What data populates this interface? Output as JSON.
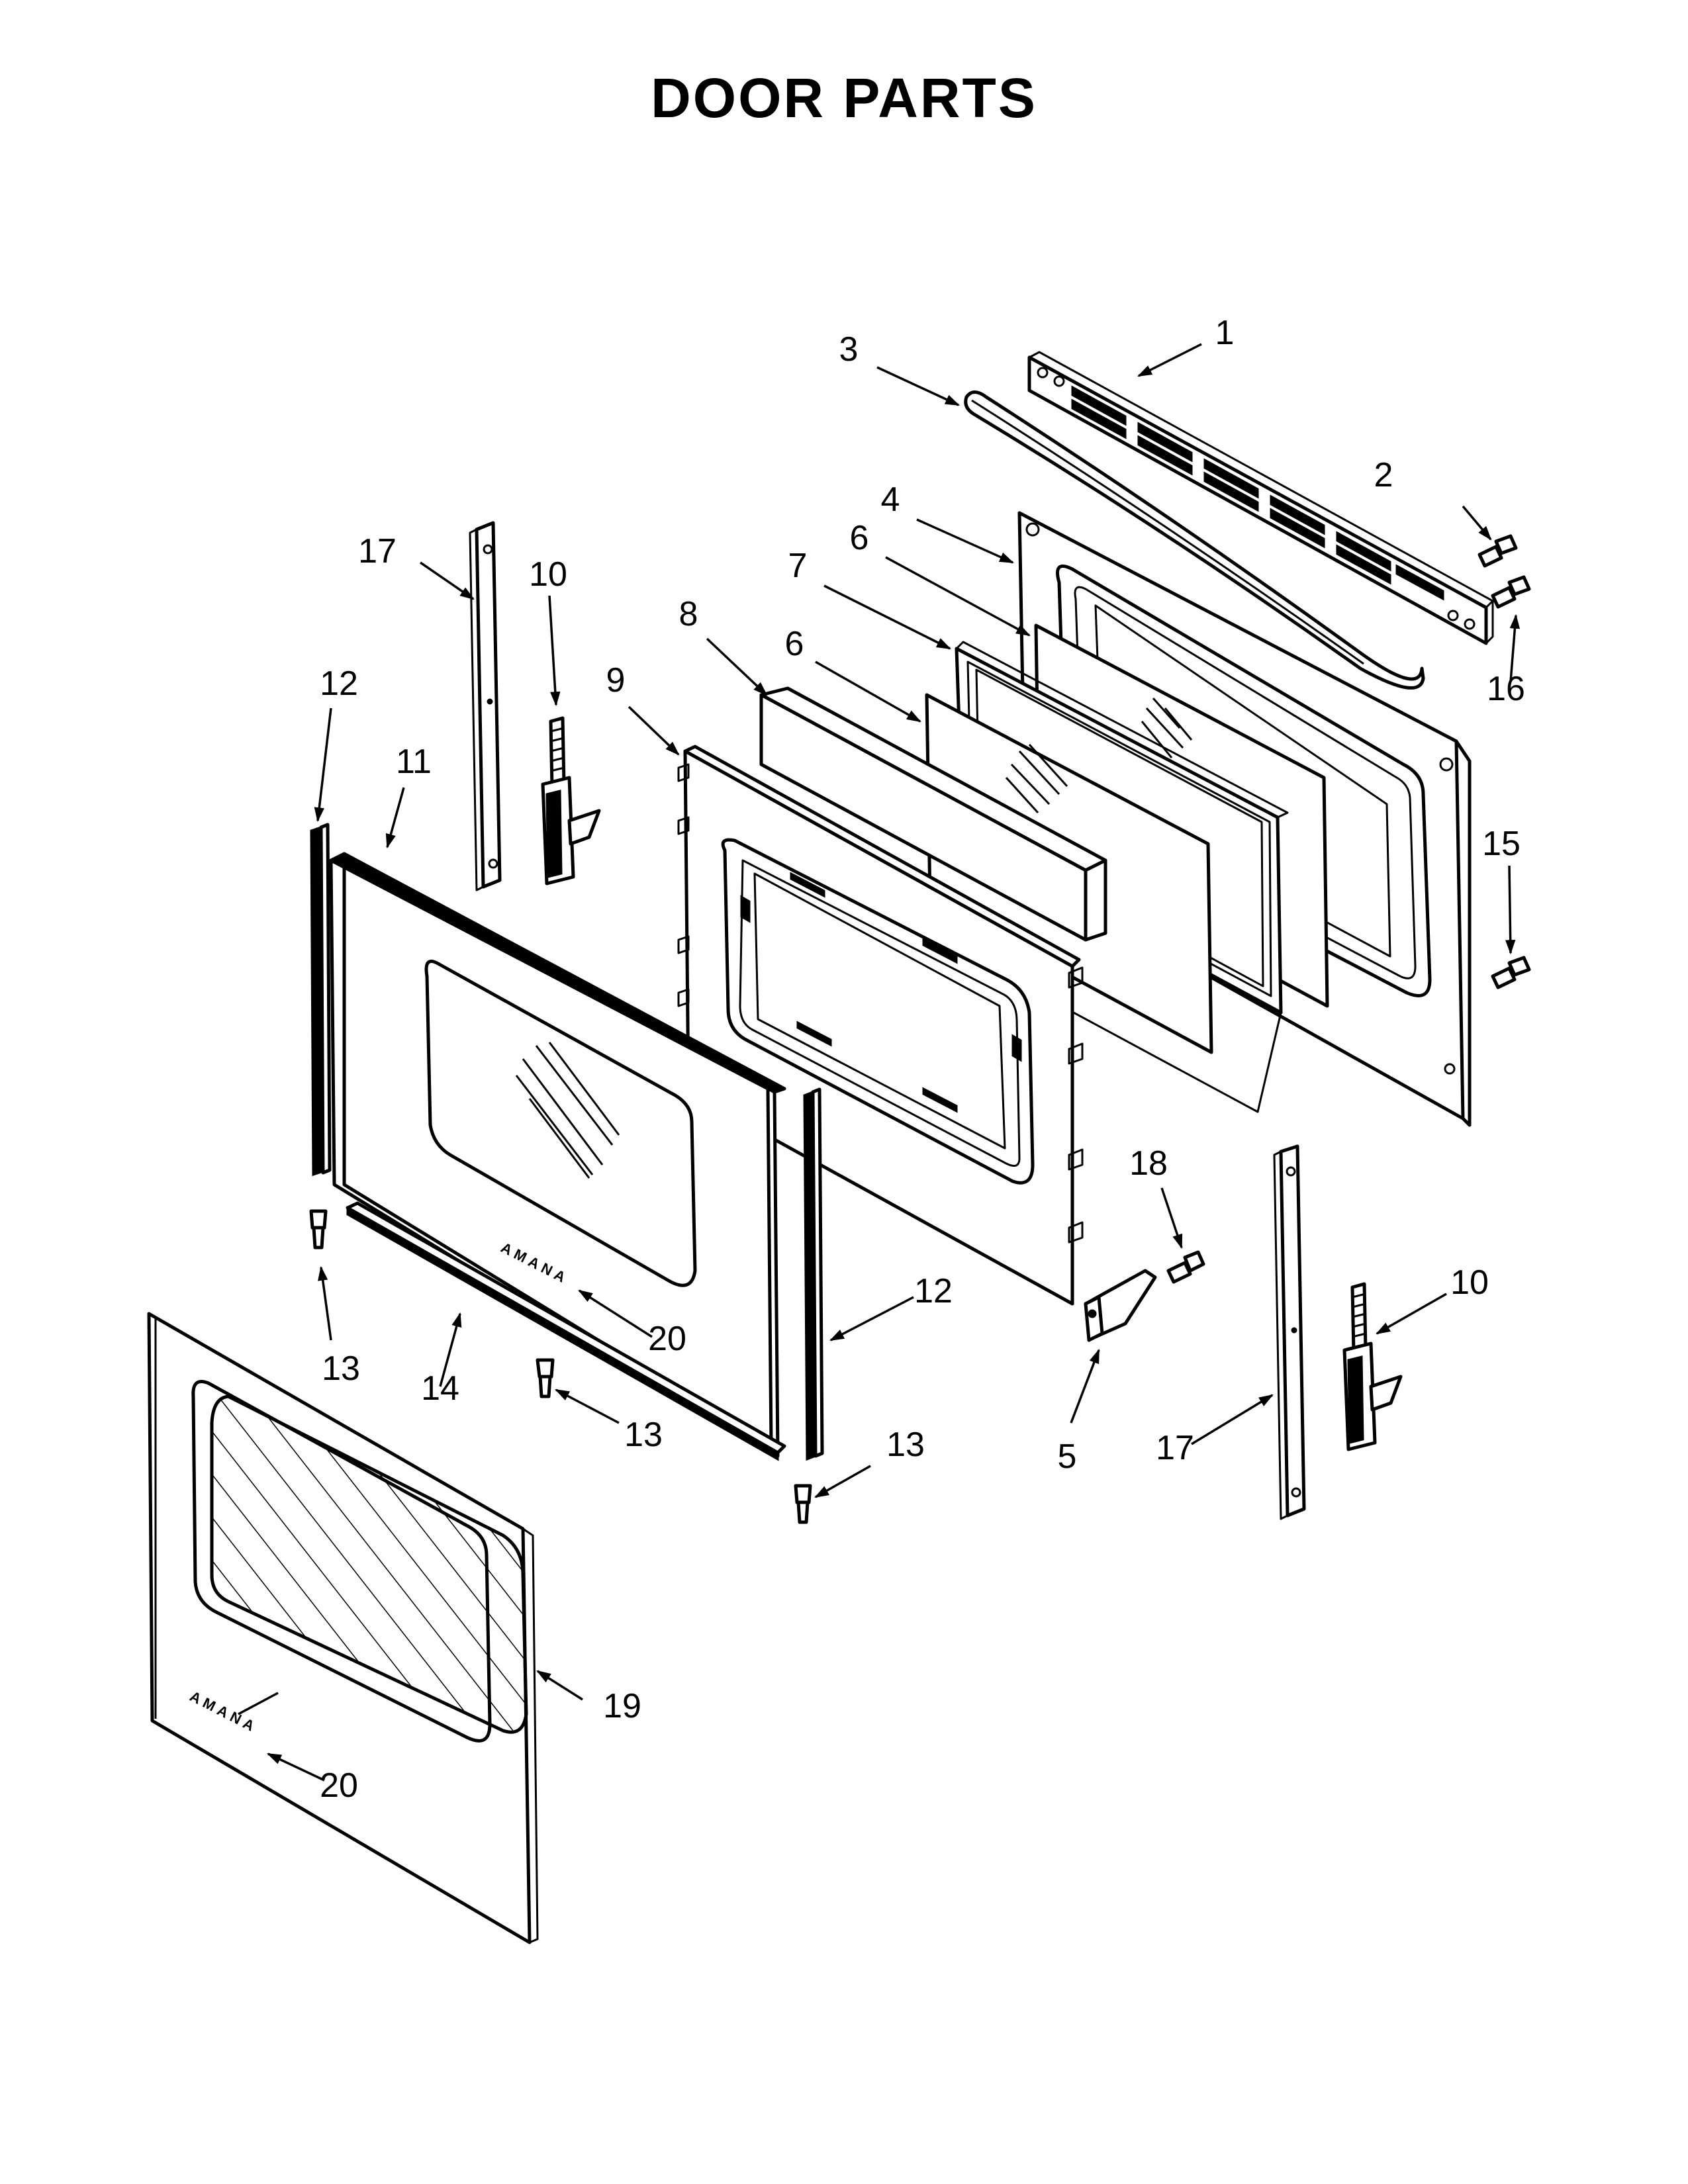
{
  "title": "DOOR PARTS",
  "brand_text": "AMANA",
  "callouts": {
    "c1": "1",
    "c2": "2",
    "c3": "3",
    "c4": "4",
    "c5": "5",
    "c6a": "6",
    "c6b": "6",
    "c7": "7",
    "c8": "8",
    "c9": "9",
    "c10a": "10",
    "c10b": "10",
    "c11": "11",
    "c12a": "12",
    "c12b": "12",
    "c13a": "13",
    "c13b": "13",
    "c13c": "13",
    "c14": "14",
    "c15": "15",
    "c16": "16",
    "c17a": "17",
    "c17b": "17",
    "c18": "18",
    "c19": "19",
    "c20a": "20",
    "c20b": "20"
  },
  "colors": {
    "line": "#000000",
    "background": "#ffffff"
  }
}
